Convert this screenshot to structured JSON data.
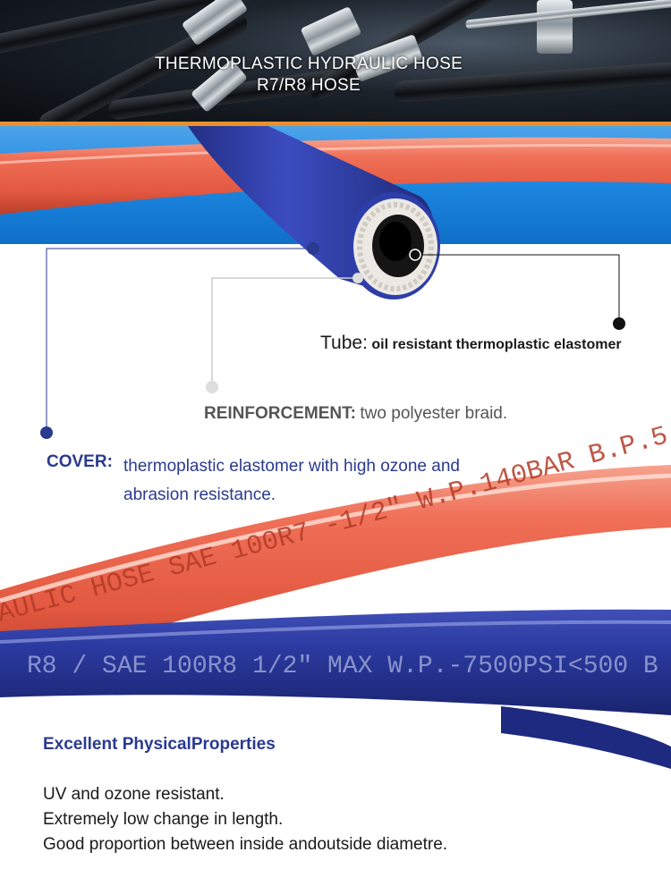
{
  "header": {
    "title_line1": "THERMOPLASTIC HYDRAULIC HOSE",
    "title_line2": "R7/R8 HOSE"
  },
  "callouts": {
    "tube_label": "Tube:",
    "tube_desc": "oil resistant thermoplastic elastomer",
    "reinforcement_label": "REINFORCEMENT:",
    "reinforcement_desc": "two polyester braid.",
    "cover_label": "COVER:",
    "cover_desc": "thermoplastic elastomer with high ozone and abrasion resistance."
  },
  "hose_print": {
    "orange": "AULIC HOSE SAE 100R7 -1/2\" W.P.140BAR B.P.5",
    "blue": "R8 / SAE 100R8 1/2\" MAX W.P.-7500PSI<500 B"
  },
  "properties": {
    "title": "Excellent PhysicalProperties",
    "items": [
      "UV and ozone resistant.",
      "Extremely low change in length.",
      "Good proportion between inside andoutside diametre."
    ]
  },
  "colors": {
    "orange_line": "#e8902a",
    "band_blue": "#1c86e0",
    "hose_orange": "#e8624a",
    "hose_blue": "#2a3a9e",
    "callout_blue": "#2a3a8e",
    "callout_grey": "#cccccc",
    "callout_black": "#111111"
  }
}
